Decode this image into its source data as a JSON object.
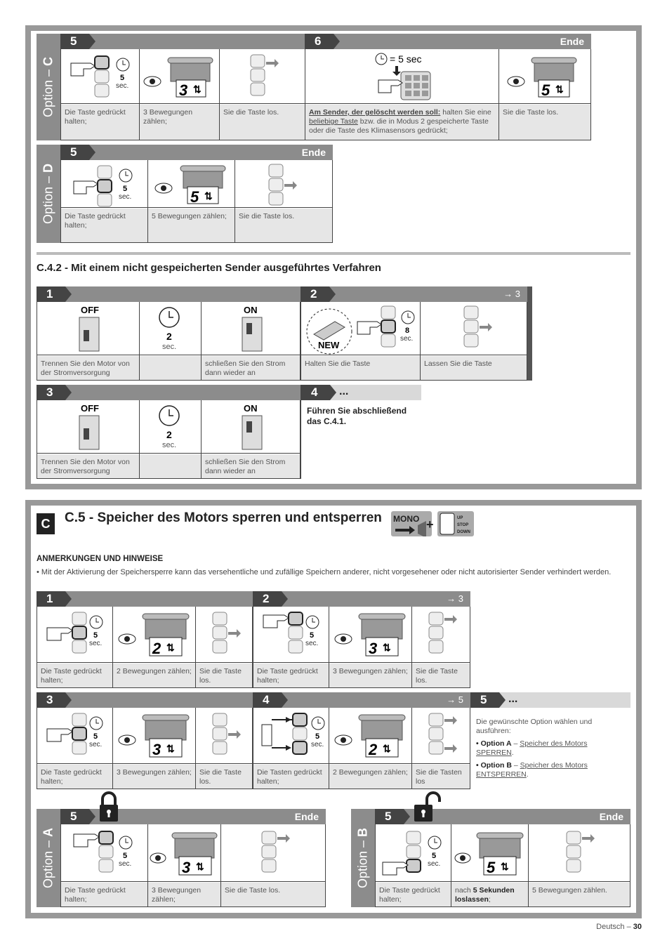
{
  "common": {
    "hold_key": "Die Taste gedrückt halten;",
    "release_key": "Sie die Taste los.",
    "five_sec": "5",
    "sec": "sec.",
    "ende": "Ende",
    "off": "OFF",
    "on": "ON",
    "two": "2",
    "eight": "8",
    "new": "NEW",
    "disconnect": "Trennen Sie den Motor von der Stromversorgung",
    "reconnect": "schließen Sie den Strom dann wieder an"
  },
  "option_c": {
    "label_prefix": "Option – ",
    "label_letter": "C",
    "step5": "5",
    "step6": "6",
    "moves": "3 Bewegungen zählen;",
    "moves_num": "3",
    "sender_hint": "= 5 sec",
    "step6_bold": "Am Sender, der gelöscht werden soll:",
    "step6_text1": " halten Sie eine ",
    "step6_link": "beliebige Taste",
    "step6_text2": " bzw. die in Modus 2 gespeicherte Taste oder die Taste des Klimasensors gedrückt;",
    "end_moves_num": "5",
    "end_release": "Sie die Taste los."
  },
  "option_d": {
    "label_prefix": "Option – ",
    "label_letter": "D",
    "step5": "5",
    "moves": "5 Bewegungen zählen;",
    "moves_num": "5"
  },
  "c42": {
    "title": "C.4.2 - Mit einem nicht gespeicherten Sender ausgeführtes Verfahren",
    "step1": "1",
    "step2": "2",
    "step2_next": "→ 3",
    "step2_hold": "Halten Sie die Taste",
    "step2_release": "Lassen Sie die Taste",
    "step3": "3",
    "step4": "4",
    "step4_more": "...",
    "step4_text": "Führen Sie abschließend das C.4.1."
  },
  "c5": {
    "badge": "C",
    "title": "C.5 - Speicher des Motors sperren und entsperren",
    "mono": "MONO",
    "plus": "+",
    "up": "UP",
    "stop": "STOP",
    "down": "DOWN",
    "notes_heading": "ANMERKUNGEN UND HINWEISE",
    "notes_text": "• Mit der Aktivierung der Speichersperre kann das versehentliche und zufällige Speichern anderer, nicht vorgesehener oder nicht autorisierter Sender verhindert werden.",
    "step1": "1",
    "step2": "2",
    "step2_next": "→ 3",
    "step3": "3",
    "step4": "4",
    "step4_next": "→ 5",
    "step5": "5",
    "step5_more": "...",
    "moves2": "2 Bewegungen zählen;",
    "moves3": "3 Bewegungen zählen;",
    "release_short": "Sie die Taste los.",
    "release_keys": "Sie die Tasten los",
    "hold_keys": "Die Tasten gedrückt halten;",
    "num2": "2",
    "num3": "3",
    "num5": "5",
    "step5_intro": "Die gewünschte Option wählen und ausführen:",
    "optA_bold": "• Option A",
    "optA_sep": " – ",
    "optA_link": "Speicher des Motors SPERREN",
    "optB_bold": "• Option B",
    "optB_sep": " – ",
    "optB_link": "Speicher des Motors ENTSPERREN",
    "dot": ".",
    "optionA_letter": "A",
    "optionB_letter": "B",
    "optA_moves": "3 Bewegungen zählen;",
    "optB_release_pre": "nach ",
    "optB_release_bold": "5 Sekunden loslassen",
    "optB_release_post": ";",
    "optB_moves": "5 Bewegungen zählen."
  },
  "footer": {
    "lang": "Deutsch – ",
    "page": "30"
  },
  "colors": {
    "header_gray": "#8c8c8c",
    "step_dark": "#444444",
    "caption_bg": "#e6e6e6",
    "frame_gray": "#999999"
  }
}
